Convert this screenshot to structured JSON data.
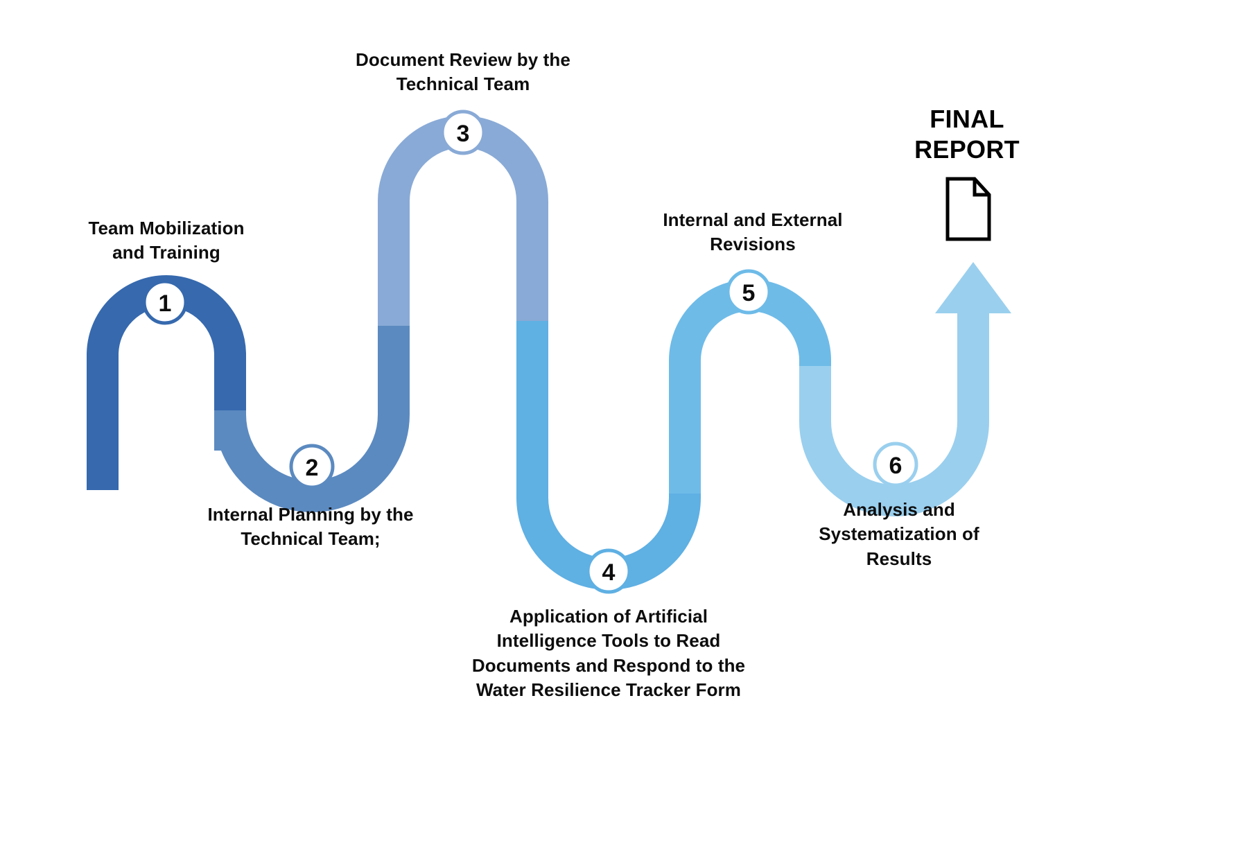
{
  "diagram": {
    "type": "process-flow",
    "title_final": "FINAL\nREPORT",
    "background": "#ffffff",
    "text_color": "#0d0d0d",
    "final_report": {
      "line1": "FINAL",
      "line2": "REPORT",
      "icon": "document-icon"
    },
    "arrow": {
      "name": "up-arrow",
      "color": "#8FCAEA"
    },
    "palette": {
      "step1": "#3669AE",
      "step2": "#5B8AC0",
      "step3": "#89AAD6",
      "step4": "#5FB0E3",
      "step5": "#6EBBE8",
      "step6": "#9ACFEE"
    },
    "steps": [
      {
        "number": "1",
        "label": "Team Mobilization\nand Training",
        "label_line1": "Team Mobilization",
        "label_line2": "and Training",
        "color": "#3669AE",
        "label_position": "above"
      },
      {
        "number": "2",
        "label": "Internal Planning by the\nTechnical Team;",
        "label_line1": "Internal Planning by the",
        "label_line2": "Technical Team;",
        "color": "#5B8AC0",
        "label_position": "below"
      },
      {
        "number": "3",
        "label": "Document Review by the\nTechnical Team",
        "label_line1": "Document Review by the",
        "label_line2": "Technical Team",
        "color": "#89AAD6",
        "label_position": "above"
      },
      {
        "number": "4",
        "label": "Application of Artificial\nIntelligence Tools to Read\nDocuments and Respond to the\nWater Resilience Tracker Form",
        "label_line1": "Application of Artificial",
        "label_line2": "Intelligence Tools to Read",
        "label_line3": "Documents and Respond to the",
        "label_line4": "Water Resilience Tracker Form",
        "color": "#5FB0E3",
        "label_position": "below"
      },
      {
        "number": "5",
        "label": "Internal and External\nRevisions",
        "label_line1": "Internal and External",
        "label_line2": "Revisions",
        "color": "#6EBBE8",
        "label_position": "above"
      },
      {
        "number": "6",
        "label": "Analysis and\nSystematization of\nResults",
        "label_line1": "Analysis and",
        "label_line2": "Systematization of",
        "label_line3": "Results",
        "color": "#9ACFEE",
        "label_position": "below"
      }
    ]
  }
}
